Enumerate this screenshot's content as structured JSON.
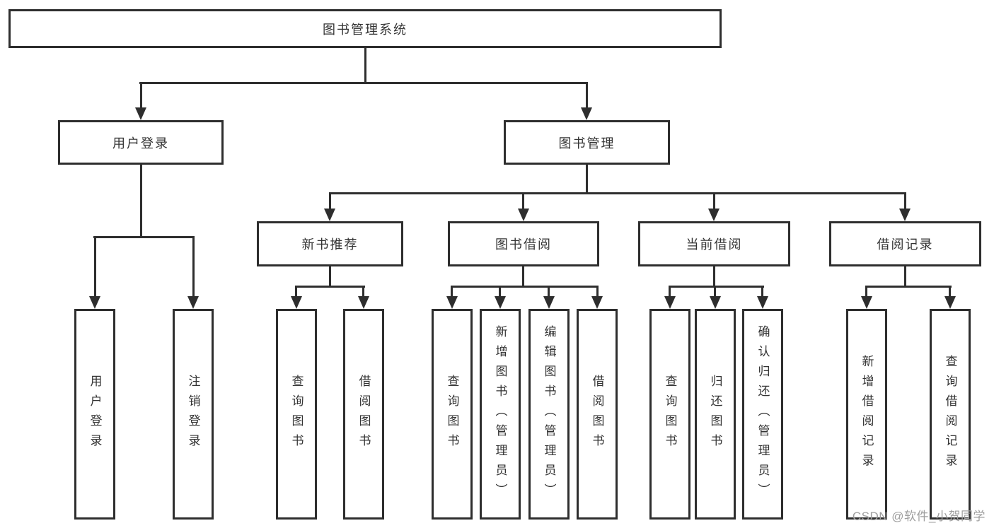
{
  "colors": {
    "line": "#2e2e2e",
    "text": "#333333",
    "watermark": "#9e9e9e",
    "background": "#ffffff"
  },
  "watermark": {
    "text": "CSDN @软件_小贺同学"
  },
  "tree": {
    "root": {
      "label": "图书管理系统",
      "children": [
        {
          "label": "用户登录",
          "children": [
            {
              "label": "用户登录"
            },
            {
              "label": "注销登录"
            }
          ]
        },
        {
          "label": "图书管理",
          "children": [
            {
              "label": "新书推荐",
              "children": [
                {
                  "label": "查询图书"
                },
                {
                  "label": "借阅图书"
                }
              ]
            },
            {
              "label": "图书借阅",
              "children": [
                {
                  "label": "查询图书"
                },
                {
                  "label": "新增图书（管理员）"
                },
                {
                  "label": "编辑图书（管理员）"
                },
                {
                  "label": "借阅图书"
                }
              ]
            },
            {
              "label": "当前借阅",
              "children": [
                {
                  "label": "查询图书"
                },
                {
                  "label": "归还图书"
                },
                {
                  "label": "确认归还（管理员）"
                }
              ]
            },
            {
              "label": "借阅记录",
              "children": [
                {
                  "label": "新增借阅记录"
                },
                {
                  "label": "查询借阅记录"
                }
              ]
            }
          ]
        }
      ]
    }
  }
}
